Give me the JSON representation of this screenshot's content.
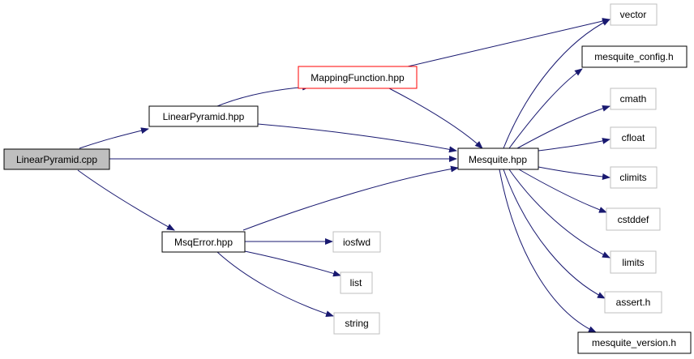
{
  "diagram": {
    "type": "include-dependency-graph",
    "colors": {
      "edge": "#191970",
      "root_fill": "#bfbfbf",
      "root_border": "#000000",
      "node_border": "#000000",
      "external_border": "#bfbfbf",
      "highlight_border": "#ff0000"
    },
    "nodes": [
      {
        "id": "linearpyramid_cpp",
        "label": "LinearPyramid.cpp",
        "style": "root"
      },
      {
        "id": "linearpyramid_hpp",
        "label": "LinearPyramid.hpp",
        "style": "normal"
      },
      {
        "id": "mappingfunction_hpp",
        "label": "MappingFunction.hpp",
        "style": "highlight"
      },
      {
        "id": "msqerror_hpp",
        "label": "MsqError.hpp",
        "style": "normal"
      },
      {
        "id": "mesquite_hpp",
        "label": "Mesquite.hpp",
        "style": "normal"
      },
      {
        "id": "iosfwd",
        "label": "iosfwd",
        "style": "external"
      },
      {
        "id": "list",
        "label": "list",
        "style": "external"
      },
      {
        "id": "string",
        "label": "string",
        "style": "external"
      },
      {
        "id": "vector",
        "label": "vector",
        "style": "external"
      },
      {
        "id": "mesquite_config_h",
        "label": "mesquite_config.h",
        "style": "normal"
      },
      {
        "id": "cmath",
        "label": "cmath",
        "style": "external"
      },
      {
        "id": "cfloat",
        "label": "cfloat",
        "style": "external"
      },
      {
        "id": "climits",
        "label": "climits",
        "style": "external"
      },
      {
        "id": "cstddef",
        "label": "cstddef",
        "style": "external"
      },
      {
        "id": "limits",
        "label": "limits",
        "style": "external"
      },
      {
        "id": "assert_h",
        "label": "assert.h",
        "style": "external"
      },
      {
        "id": "mesquite_version_h",
        "label": "mesquite_version.h",
        "style": "normal"
      }
    ],
    "edges": [
      {
        "from": "linearpyramid_cpp",
        "to": "linearpyramid_hpp"
      },
      {
        "from": "linearpyramid_cpp",
        "to": "mesquite_hpp"
      },
      {
        "from": "linearpyramid_cpp",
        "to": "msqerror_hpp"
      },
      {
        "from": "linearpyramid_hpp",
        "to": "mappingfunction_hpp"
      },
      {
        "from": "linearpyramid_hpp",
        "to": "mesquite_hpp"
      },
      {
        "from": "mappingfunction_hpp",
        "to": "vector"
      },
      {
        "from": "mappingfunction_hpp",
        "to": "mesquite_hpp"
      },
      {
        "from": "msqerror_hpp",
        "to": "mesquite_hpp"
      },
      {
        "from": "msqerror_hpp",
        "to": "iosfwd"
      },
      {
        "from": "msqerror_hpp",
        "to": "list"
      },
      {
        "from": "msqerror_hpp",
        "to": "string"
      },
      {
        "from": "mesquite_hpp",
        "to": "vector"
      },
      {
        "from": "mesquite_hpp",
        "to": "mesquite_config_h"
      },
      {
        "from": "mesquite_hpp",
        "to": "cmath"
      },
      {
        "from": "mesquite_hpp",
        "to": "cfloat"
      },
      {
        "from": "mesquite_hpp",
        "to": "climits"
      },
      {
        "from": "mesquite_hpp",
        "to": "cstddef"
      },
      {
        "from": "mesquite_hpp",
        "to": "limits"
      },
      {
        "from": "mesquite_hpp",
        "to": "assert_h"
      },
      {
        "from": "mesquite_hpp",
        "to": "mesquite_version_h"
      }
    ]
  }
}
